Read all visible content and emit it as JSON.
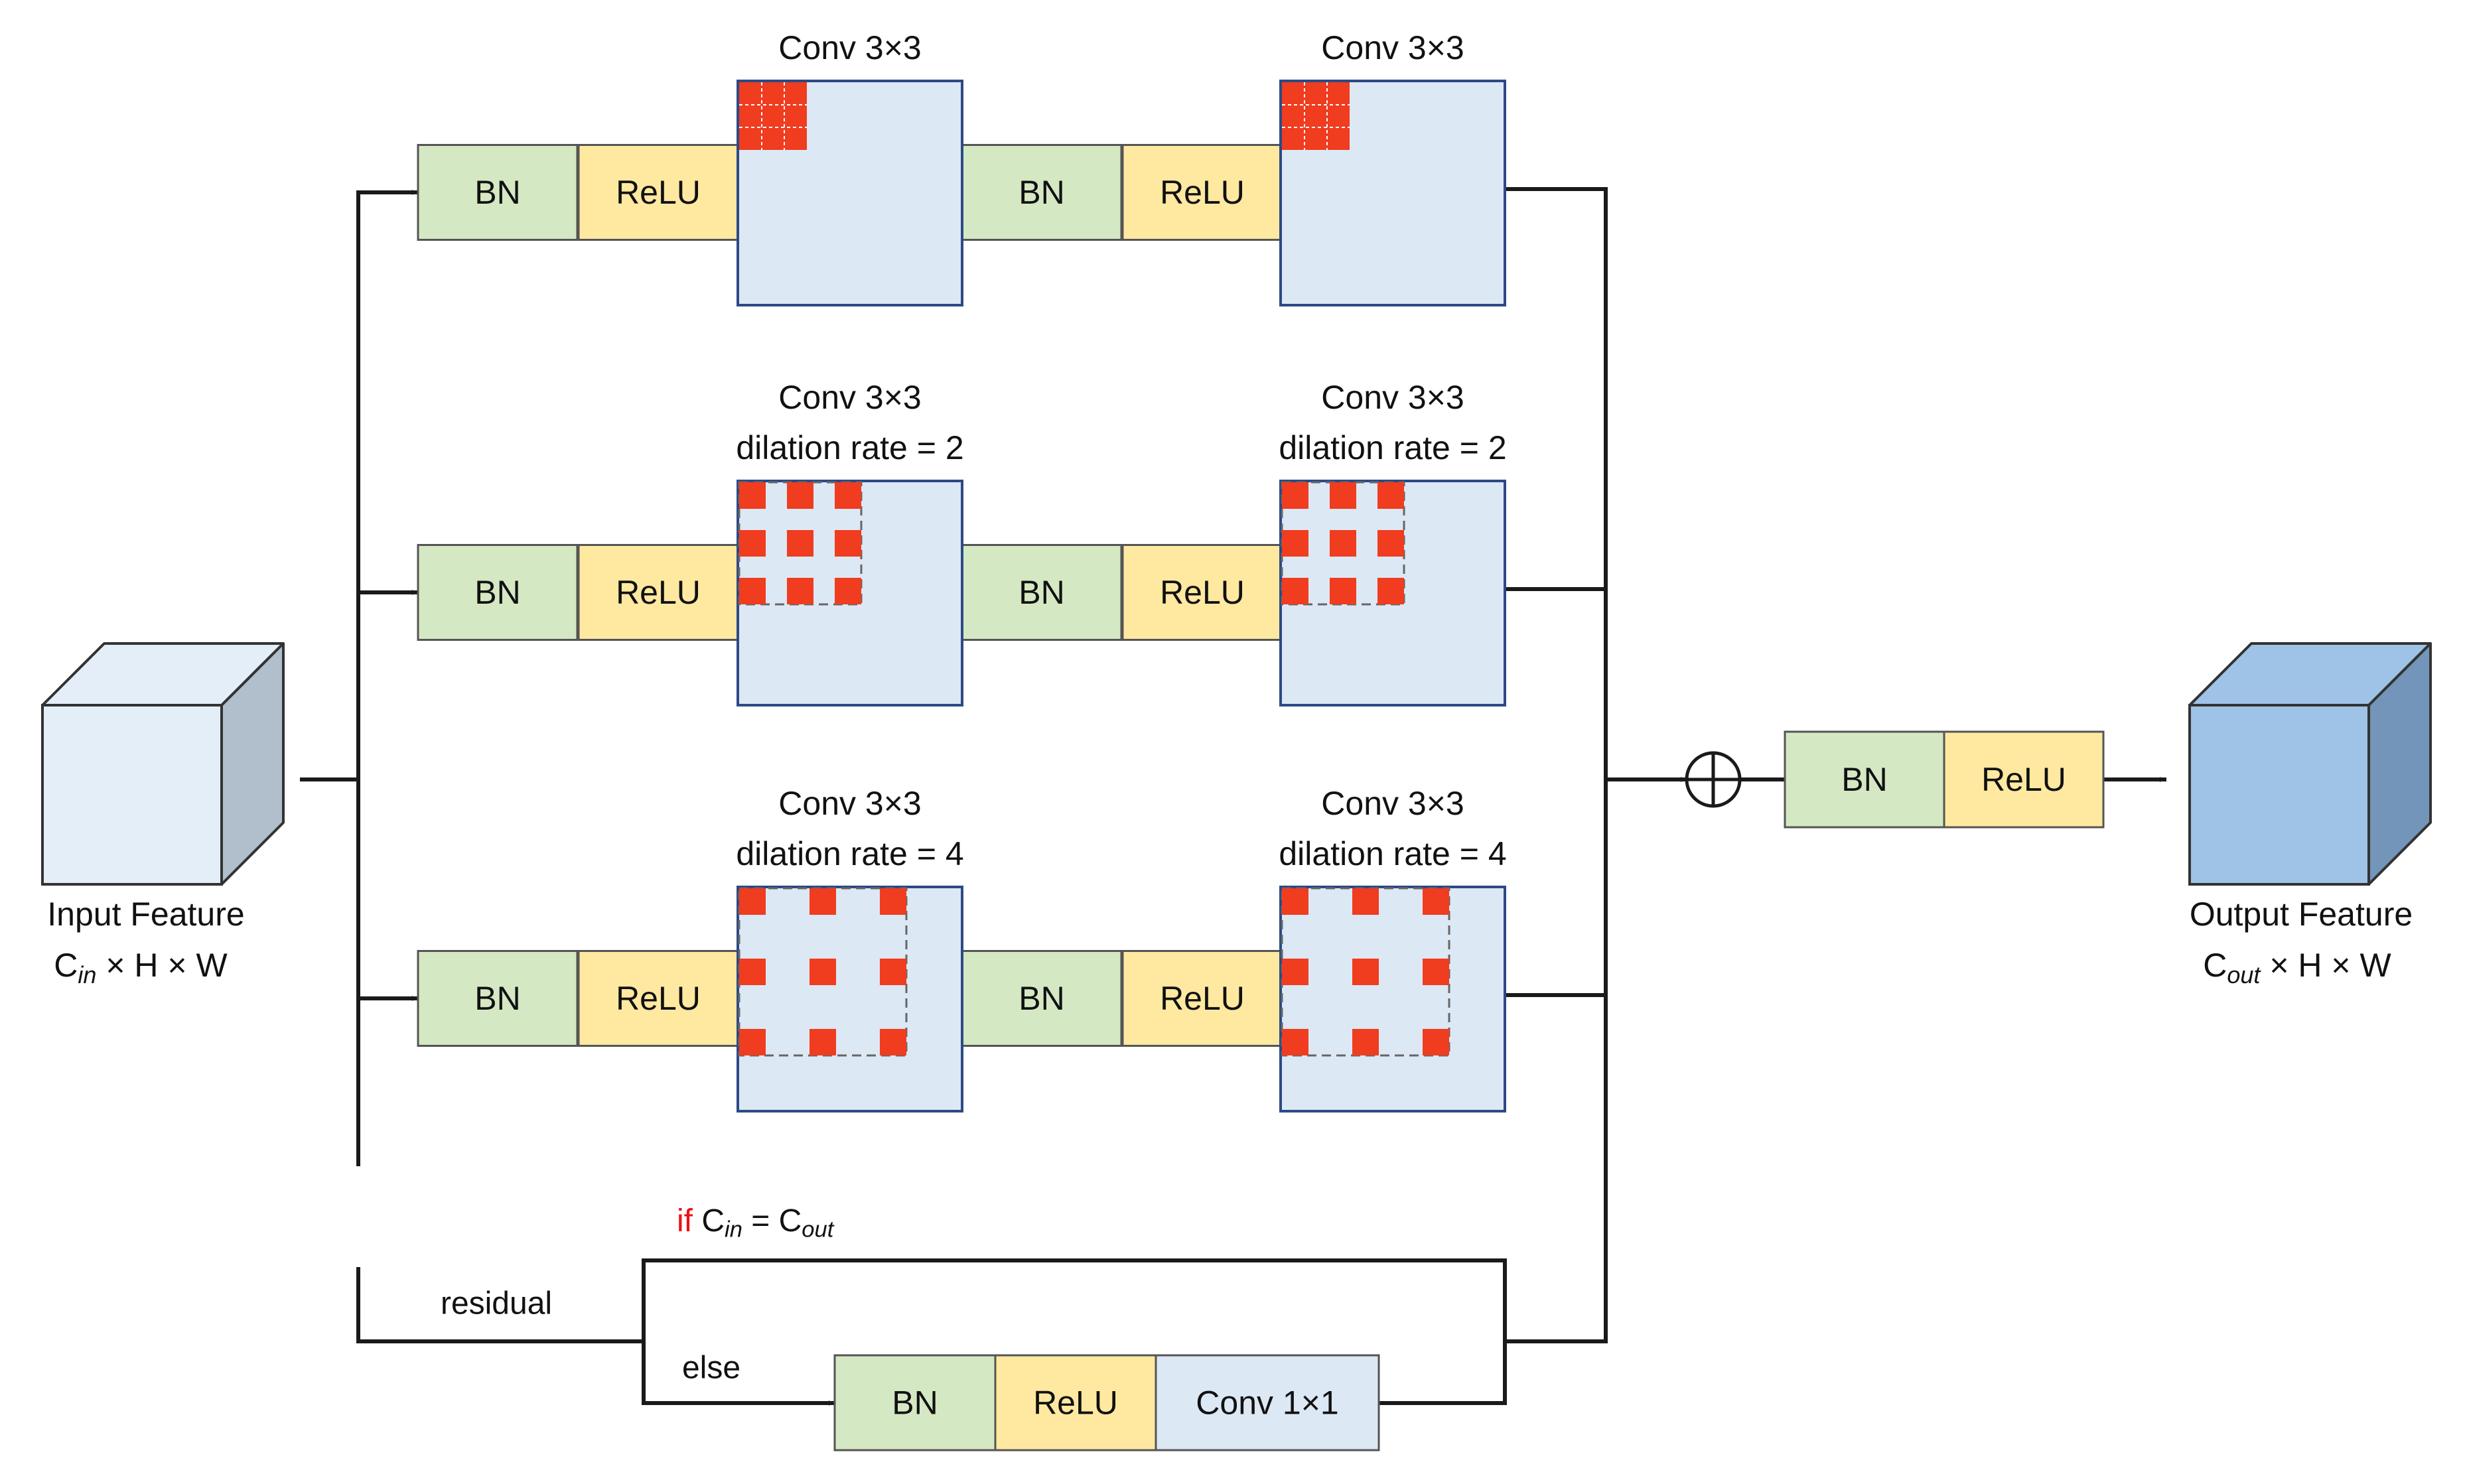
{
  "input": {
    "title": "Input Feature",
    "dims": {
      "c": "C",
      "c_sub": "in",
      "rest": " × H × W"
    }
  },
  "output": {
    "title": "Output Feature",
    "dims": {
      "c": "C",
      "c_sub": "out",
      "rest": " × H × W"
    }
  },
  "branches": [
    {
      "conv_label": "Conv 3×3",
      "conv_label_2": "",
      "dilation": 1,
      "blocks": [
        "BN",
        "ReLU",
        "BN",
        "ReLU"
      ]
    },
    {
      "conv_label": "Conv 3×3",
      "conv_label_2": "dilation rate = 2",
      "dilation": 2,
      "blocks": [
        "BN",
        "ReLU",
        "BN",
        "ReLU"
      ]
    },
    {
      "conv_label": "Conv 3×3",
      "conv_label_2": "dilation rate = 4",
      "dilation": 4,
      "blocks": [
        "BN",
        "ReLU",
        "BN",
        "ReLU"
      ]
    }
  ],
  "post_sum": {
    "bn": "BN",
    "relu": "ReLU"
  },
  "residual": {
    "label": "residual",
    "if_kw": "if",
    "if_cond": {
      "c1": "C",
      "s1": "in",
      "eq": " = C",
      "s2": "out"
    },
    "else_kw": "else",
    "blocks": {
      "bn": "BN",
      "relu": "ReLU",
      "conv": "Conv 1×1"
    }
  },
  "colors": {
    "bn": "#d5e8c4",
    "relu": "#ffe9a0",
    "conv": "#dde8f5",
    "kernel": "#f03c1f",
    "cube_in_front": "#e3eef9",
    "cube_in_side": "#b1bfcc",
    "cube_out_front": "#9fc3e6",
    "cube_out_side": "#7295b9",
    "keyword": "#ee1111",
    "stroke": "#1a1a1a",
    "conv_stroke": "#2d4a85"
  }
}
